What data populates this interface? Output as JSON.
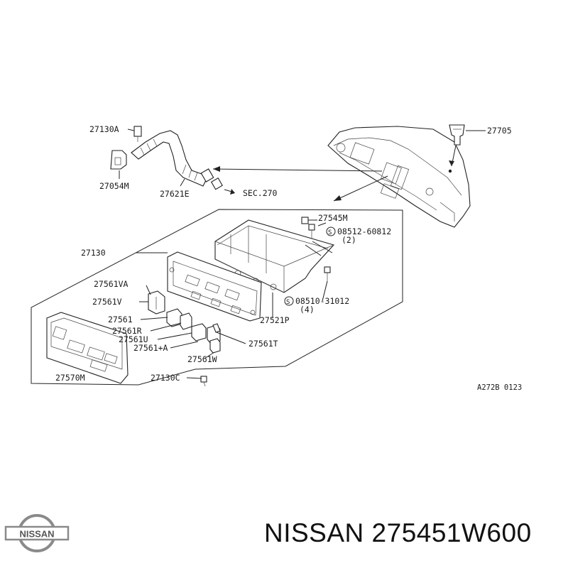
{
  "diagram": {
    "labels": {
      "p27130a": "27130A",
      "p27054m": "27054M",
      "p27621e": "27621E",
      "sec270": "SEC.270",
      "p27705": "27705",
      "p27545m": "27545M",
      "p08512": "08512-60812",
      "q08512": "(2)",
      "p27130": "27130",
      "p27561va": "27561VA",
      "p27561v": "27561V",
      "p27561": "27561",
      "p27561r": "27561R",
      "p27561u": "27561U",
      "p27561plus": "27561+A",
      "p27570m": "27570M",
      "p27130c": "27130C",
      "p27561w": "27561W",
      "p27561t": "27561T",
      "p27521p": "27521P",
      "p08510": "08510-31012",
      "q08510": "(4)",
      "ref": "A272B 0123",
      "s_mark": "S"
    }
  },
  "footer": {
    "logo_text": "NISSAN",
    "brand": "NISSAN",
    "part_number": "275451W600"
  }
}
